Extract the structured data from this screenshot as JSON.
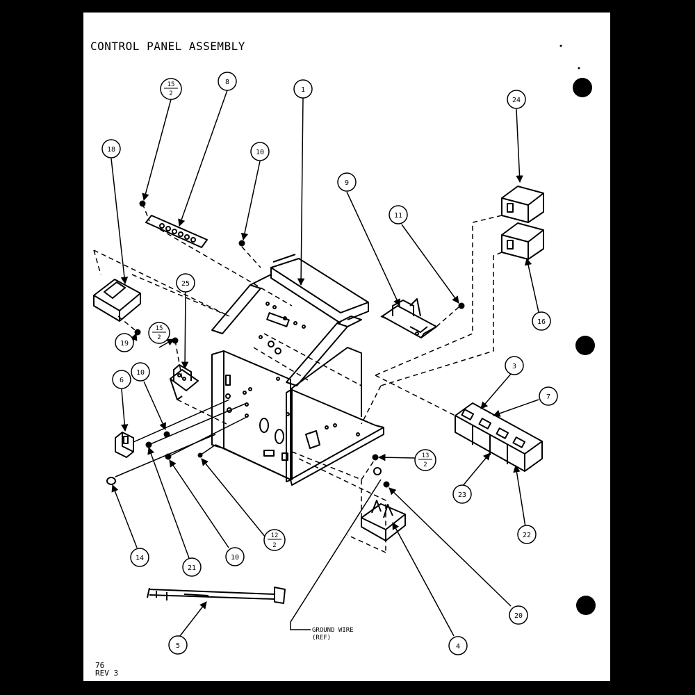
{
  "title": "CONTROL PANEL ASSEMBLY",
  "footer": {
    "page_number": "76",
    "revision": "REV 3"
  },
  "ground_wire_label": {
    "line1": "GROUND WIRE",
    "line2": "(REF)"
  },
  "callouts": [
    {
      "id": "c1",
      "label": "1"
    },
    {
      "id": "c8",
      "label": "8"
    },
    {
      "id": "c15a",
      "top": "15",
      "bottom": "2"
    },
    {
      "id": "c18",
      "label": "18"
    },
    {
      "id": "c10a",
      "label": "10"
    },
    {
      "id": "c9",
      "label": "9"
    },
    {
      "id": "c11",
      "label": "11"
    },
    {
      "id": "c24",
      "label": "24"
    },
    {
      "id": "c16",
      "label": "16"
    },
    {
      "id": "c25",
      "label": "25"
    },
    {
      "id": "c15b",
      "top": "15",
      "bottom": "2"
    },
    {
      "id": "c19",
      "label": "19"
    },
    {
      "id": "c6",
      "label": "6"
    },
    {
      "id": "c10b",
      "label": "10"
    },
    {
      "id": "c3",
      "label": "3"
    },
    {
      "id": "c7",
      "label": "7"
    },
    {
      "id": "c13",
      "top": "13",
      "bottom": "2"
    },
    {
      "id": "c23",
      "label": "23"
    },
    {
      "id": "c22",
      "label": "22"
    },
    {
      "id": "c12",
      "top": "12",
      "bottom": "2"
    },
    {
      "id": "c14",
      "label": "14"
    },
    {
      "id": "c21",
      "label": "21"
    },
    {
      "id": "c10c",
      "label": "10"
    },
    {
      "id": "c20",
      "label": "20"
    },
    {
      "id": "c4",
      "label": "4"
    },
    {
      "id": "c5",
      "label": "5"
    }
  ]
}
